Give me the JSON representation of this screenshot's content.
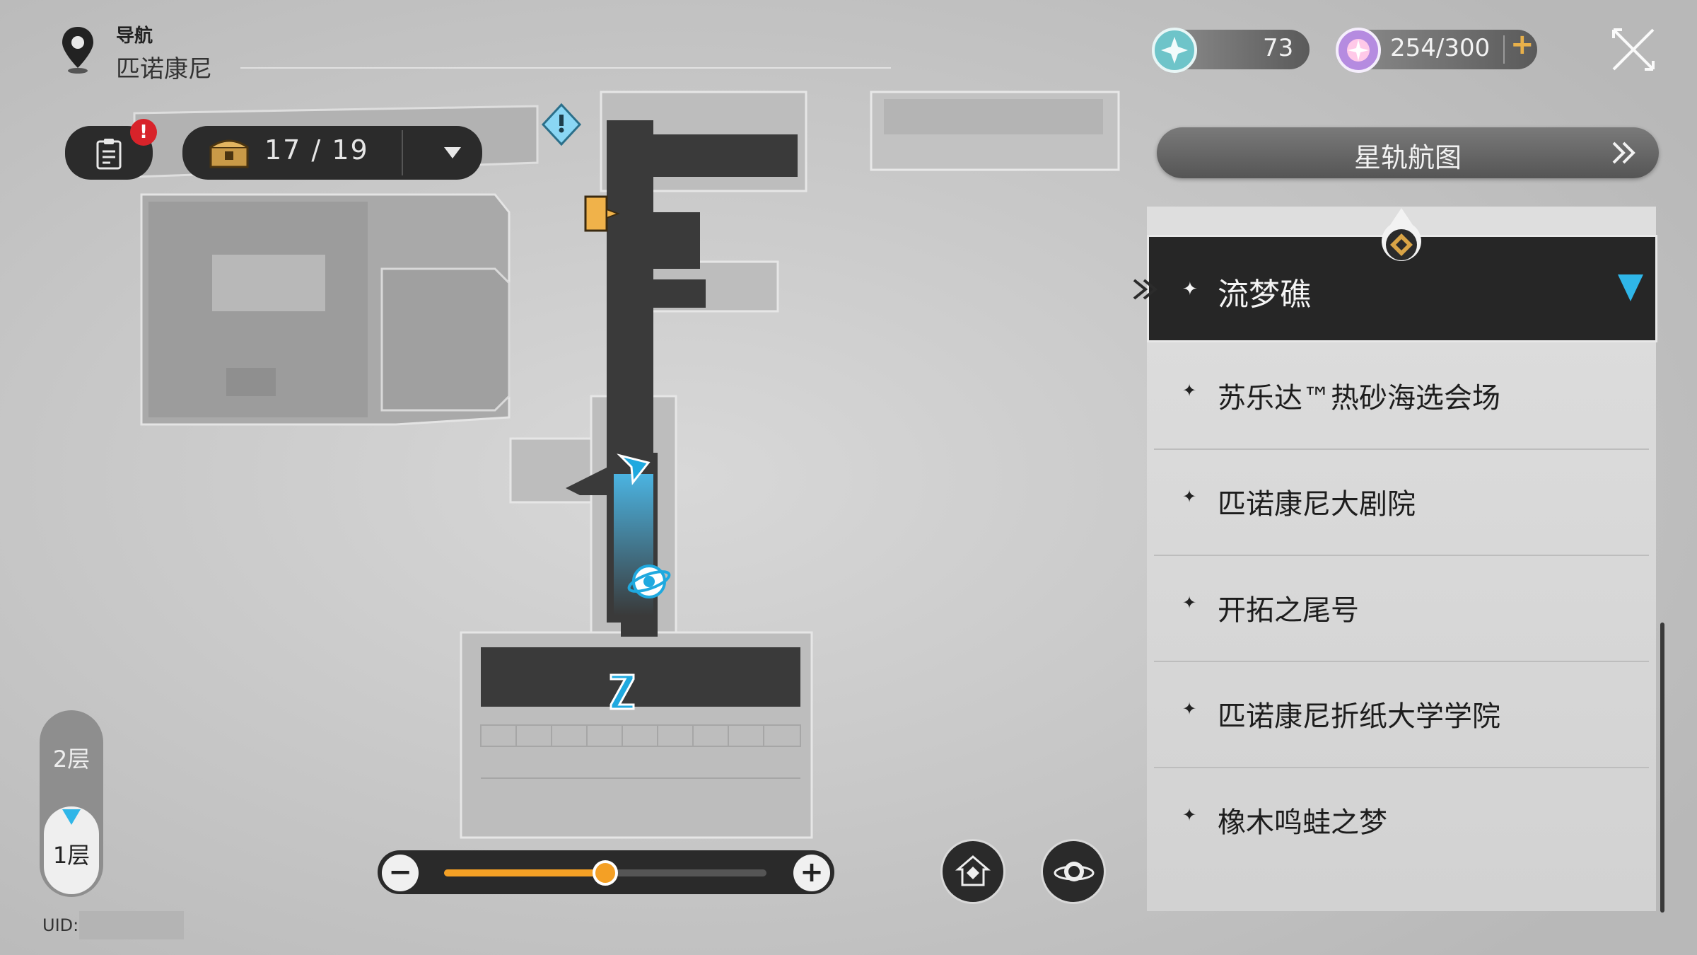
{
  "header": {
    "nav_title": "导航",
    "region_name": "匹诺康尼"
  },
  "quest_alert": "!",
  "chest": {
    "count": "17 / 19"
  },
  "currency": {
    "fuel": "73",
    "stamina": "254/300",
    "add": "+"
  },
  "panel": {
    "header_label": "星轨航图",
    "selected": "流梦礁",
    "items": [
      "苏乐达™热砂海选会场",
      "匹诺康尼大剧院",
      "开拓之尾号",
      "匹诺康尼折纸大学学院",
      "橡木鸣蛙之梦"
    ]
  },
  "floors": {
    "upper": "2层",
    "lower": "1层",
    "current": "1层"
  },
  "uid": {
    "label": "UID:"
  },
  "zoom": {
    "level": 0.5,
    "minus": "−",
    "plus": "+"
  },
  "colors": {
    "accent": "#f4a025",
    "marker": "#2fb6e8",
    "panel_dark": "#262626"
  },
  "icons": [
    "location-pin-icon",
    "quest-icon",
    "chest-icon",
    "dropdown-icon",
    "fuel-icon",
    "stamina-icon",
    "close-icon",
    "chevron-right-icon",
    "anchor-icon",
    "player-arrow-icon",
    "teleport-icon",
    "exit-door-icon",
    "alert-marker-icon",
    "home-icon",
    "planet-icon"
  ]
}
